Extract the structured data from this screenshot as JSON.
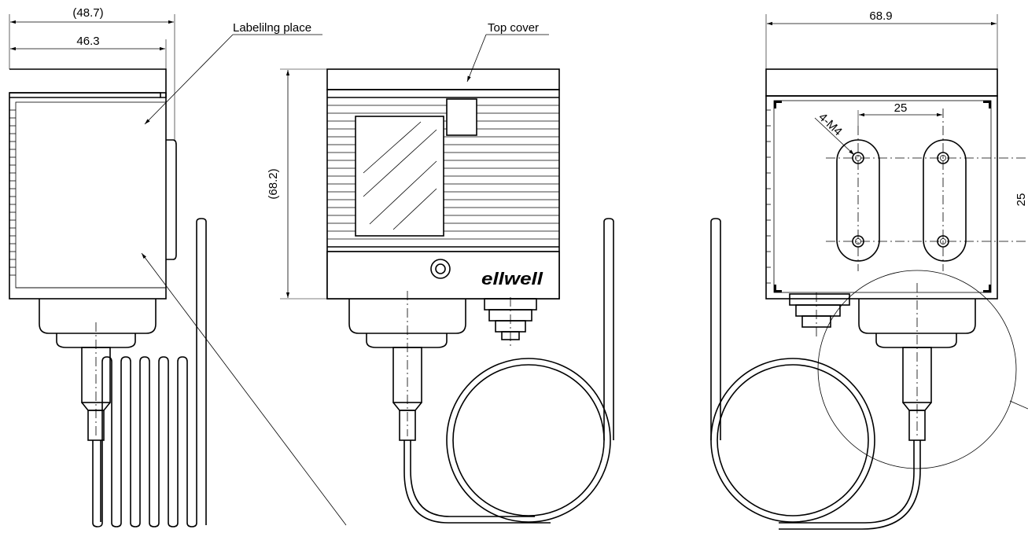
{
  "labels": {
    "labeling_place": "Labelilng place",
    "top_cover": "Top cover",
    "brand": "ellwell"
  },
  "dimensions": {
    "overall_depth": "(48.7)",
    "body_depth": "46.3",
    "overall_height": "(68.2)",
    "overall_width": "68.9",
    "hole_spacing_horizontal": "25",
    "hole_spacing_vertical": "25",
    "mounting_holes": "4-M4"
  }
}
